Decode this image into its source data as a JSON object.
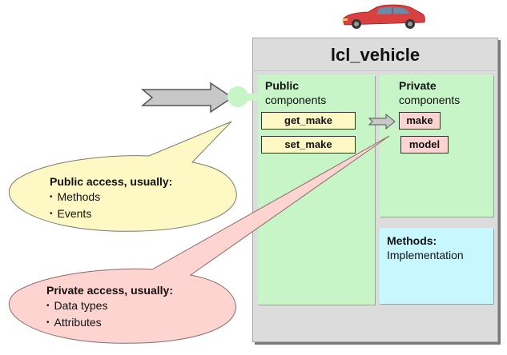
{
  "class": {
    "name": "lcl_vehicle",
    "icon": "car-icon"
  },
  "public_section": {
    "heading": "Public",
    "subheading": "components",
    "methods": [
      "get_make",
      "set_make"
    ]
  },
  "private_section": {
    "heading": "Private",
    "subheading": "components",
    "attributes": [
      "make",
      "model"
    ]
  },
  "methods_section": {
    "heading": "Methods:",
    "subheading": "Implementation"
  },
  "callouts": {
    "public": {
      "heading": "Public access, usually:",
      "items": [
        "Methods",
        "Events"
      ]
    },
    "private": {
      "heading": "Private access, usually:",
      "items": [
        "Data types",
        "Attributes"
      ]
    }
  },
  "colors": {
    "class_bg": "#dcdcdc",
    "public_panel": "#c8f5c8",
    "private_panel": "#c8f5c8",
    "methods_panel": "#c8f8ff",
    "method_box": "#fdf8c4",
    "attribute_box": "#fdd4d0",
    "public_callout": "#fdf8c4",
    "private_callout": "#fdd4d0",
    "arrow": "#c8c8c8",
    "car": "#d9403f"
  }
}
